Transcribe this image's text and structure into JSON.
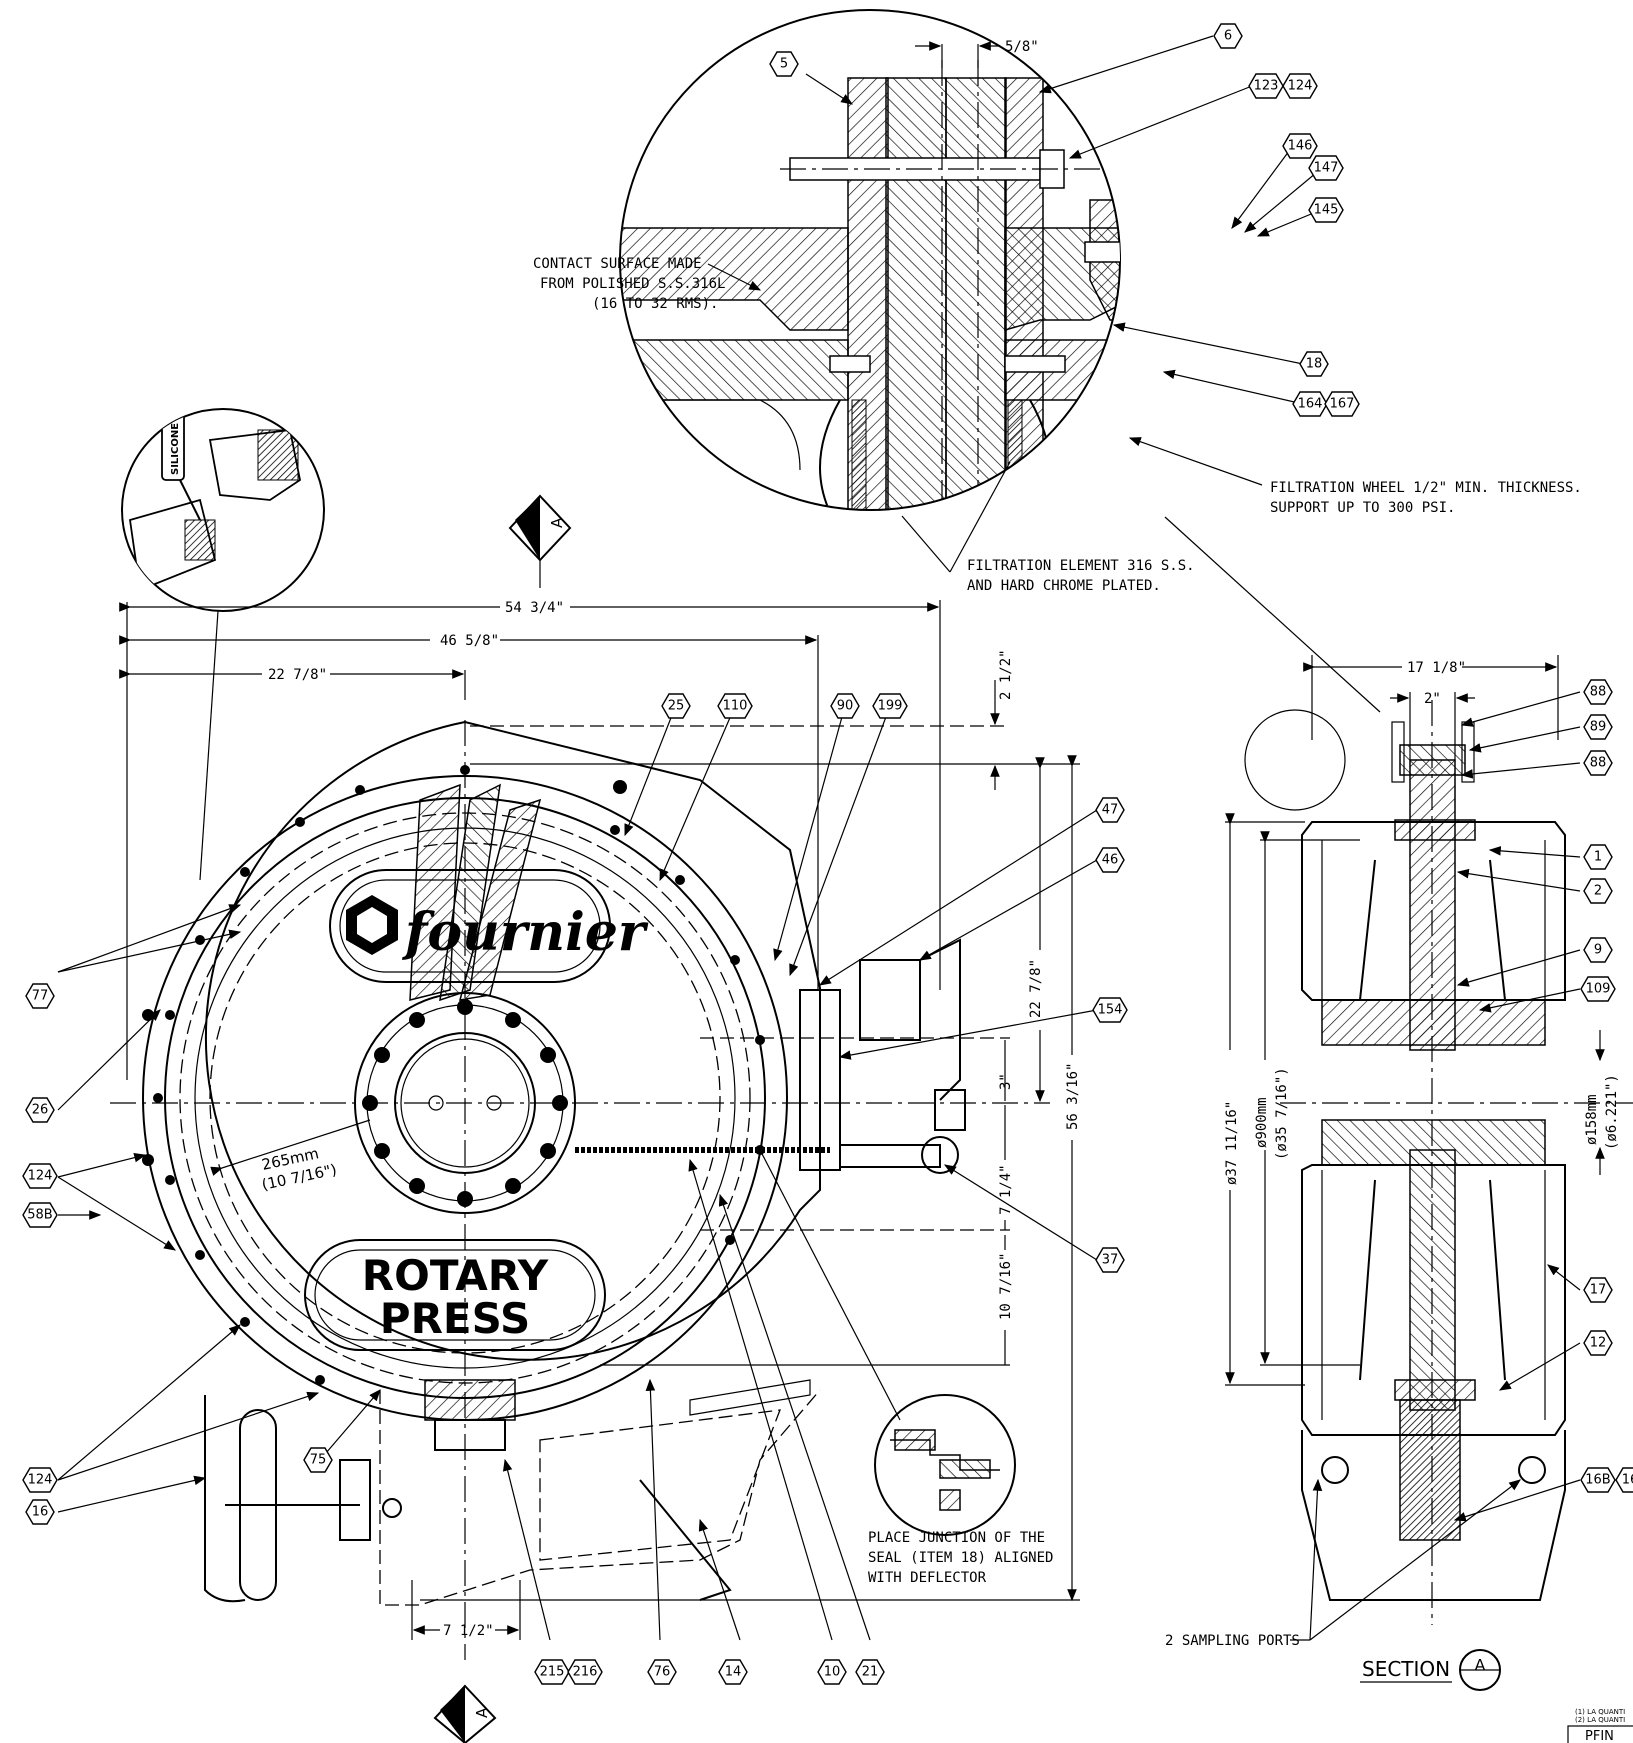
{
  "diagram": {
    "notes": {
      "contact_surface": [
        "CONTACT SURFACE MADE",
        "FROM POLISHED S.S.316L",
        "(16 TO 32 RMS)."
      ],
      "filtration_wheel": [
        "FILTRATION WHEEL 1/2\" MIN. THICKNESS.",
        "SUPPORT UP TO 300 PSI."
      ],
      "filtration_element": [
        "FILTRATION ELEMENT 316 S.S.",
        "AND HARD CHROME PLATED."
      ],
      "seal_junction": [
        "PLACE JUNCTION OF THE",
        "SEAL (ITEM 18) ALIGNED",
        "WITH DEFLECTOR"
      ],
      "sampling_ports": "2 SAMPLING PORTS",
      "silicone": "SILICONE",
      "radius_mm": "265mm",
      "radius_in": "(10 7/16\")"
    },
    "branding": {
      "logo": "fournier",
      "product_line1": "ROTARY",
      "product_line2": "PRESS"
    },
    "section": {
      "label": "SECTION",
      "mark": "A"
    },
    "dimensions": {
      "d_5_8": "5/8\"",
      "d_54_3_4": "54 3/4\"",
      "d_46_5_8": "46 5/8\"",
      "d_22_7_8_h": "22 7/8\"",
      "d_2_1_2": "2 1/2\"",
      "d_22_7_8_v": "22 7/8\"",
      "d_3": "3\"",
      "d_7_1_4": "7 1/4\"",
      "d_10_7_16": "10 7/16\"",
      "d_56_3_16": "56 3/16\"",
      "d_7_1_2": "7 1/2\"",
      "d_17_1_8": "17 1/8\"",
      "d_2": "2\"",
      "d_37_11_16": "ø37 11/16\"",
      "d_900mm": "ø900mm",
      "d_35_7_16": "(ø35 7/16\")",
      "d_158mm": "ø158mm",
      "d_6_221": "(ø6.221\")"
    },
    "item_tags": {
      "t5": "5",
      "t6": "6",
      "t123": "123",
      "t124a": "124",
      "t146": "146",
      "t147": "147",
      "t145": "145",
      "t18": "18",
      "t164": "164",
      "t167": "167",
      "t25": "25",
      "t110": "110",
      "t90": "90",
      "t199": "199",
      "t47": "47",
      "t46": "46",
      "t154": "154",
      "t37": "37",
      "t77": "77",
      "t26": "26",
      "t124b": "124",
      "t58b": "58B",
      "t124c": "124",
      "t16": "16",
      "t75": "75",
      "t215": "215",
      "t216": "216",
      "t76": "76",
      "t14": "14",
      "t10": "10",
      "t21": "21",
      "t88a": "88",
      "t89": "89",
      "t88b": "88",
      "t1": "1",
      "t2": "2",
      "t9": "9",
      "t109": "109",
      "t17": "17",
      "t12": "12",
      "t16b": "16B",
      "t16c": "16"
    },
    "title_block": {
      "note1": "(1) LA QUANTI",
      "note2": "(2) LA QUANTI",
      "label": "PFIN"
    }
  }
}
